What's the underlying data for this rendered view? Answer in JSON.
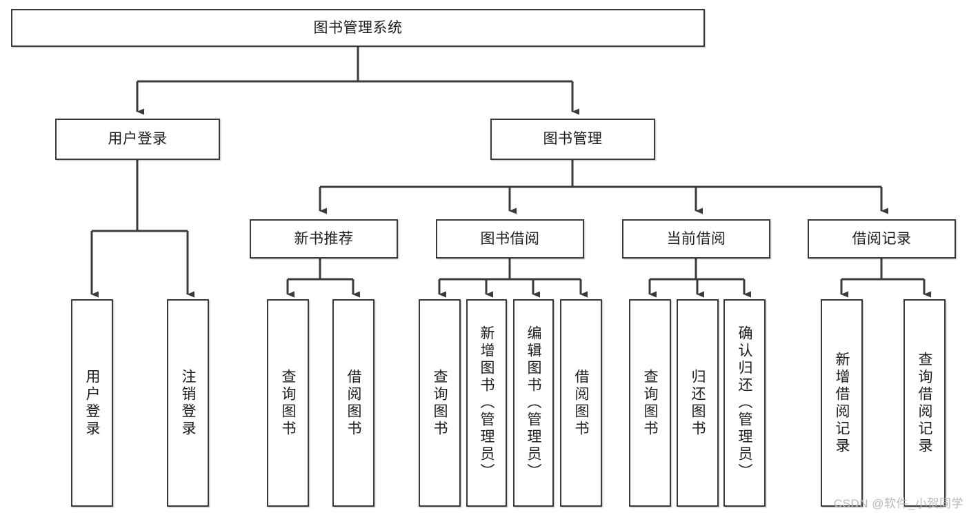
{
  "diagram": {
    "type": "hierarchy-tree",
    "title": "图书管理系统",
    "watermark": "CSDN @软件_小贺同学",
    "colors": {
      "stroke": "#3a3a3a",
      "fill": "#ffffff",
      "text": "#1b1b1b",
      "watermark": "#b9b9b9"
    },
    "root": {
      "label": "图书管理系统",
      "orientation": "horizontal"
    },
    "level2": [
      {
        "label": "用户登录",
        "orientation": "horizontal"
      },
      {
        "label": "图书管理",
        "orientation": "horizontal"
      }
    ],
    "level3": [
      {
        "label": "新书推荐",
        "orientation": "horizontal"
      },
      {
        "label": "图书借阅",
        "orientation": "horizontal"
      },
      {
        "label": "当前借阅",
        "orientation": "horizontal"
      },
      {
        "label": "借阅记录",
        "orientation": "horizontal"
      }
    ],
    "leaves": [
      {
        "label": "用户登录",
        "parent": "用户登录",
        "orientation": "vertical"
      },
      {
        "label": "注销登录",
        "parent": "用户登录",
        "orientation": "vertical"
      },
      {
        "label": "查询图书",
        "parent": "新书推荐",
        "orientation": "vertical"
      },
      {
        "label": "借阅图书",
        "parent": "新书推荐",
        "orientation": "vertical"
      },
      {
        "label": "查询图书",
        "parent": "图书借阅",
        "orientation": "vertical"
      },
      {
        "label": "新增图书（管理员）",
        "parent": "图书借阅",
        "orientation": "vertical"
      },
      {
        "label": "编辑图书（管理员）",
        "parent": "图书借阅",
        "orientation": "vertical"
      },
      {
        "label": "借阅图书",
        "parent": "图书借阅",
        "orientation": "vertical"
      },
      {
        "label": "查询图书",
        "parent": "当前借阅",
        "orientation": "vertical"
      },
      {
        "label": "归还图书",
        "parent": "当前借阅",
        "orientation": "vertical"
      },
      {
        "label": "确认归还（管理员）",
        "parent": "当前借阅",
        "orientation": "vertical"
      },
      {
        "label": "新增借阅记录",
        "parent": "借阅记录",
        "orientation": "vertical"
      },
      {
        "label": "查询借阅记录",
        "parent": "借阅记录",
        "orientation": "vertical"
      }
    ]
  }
}
